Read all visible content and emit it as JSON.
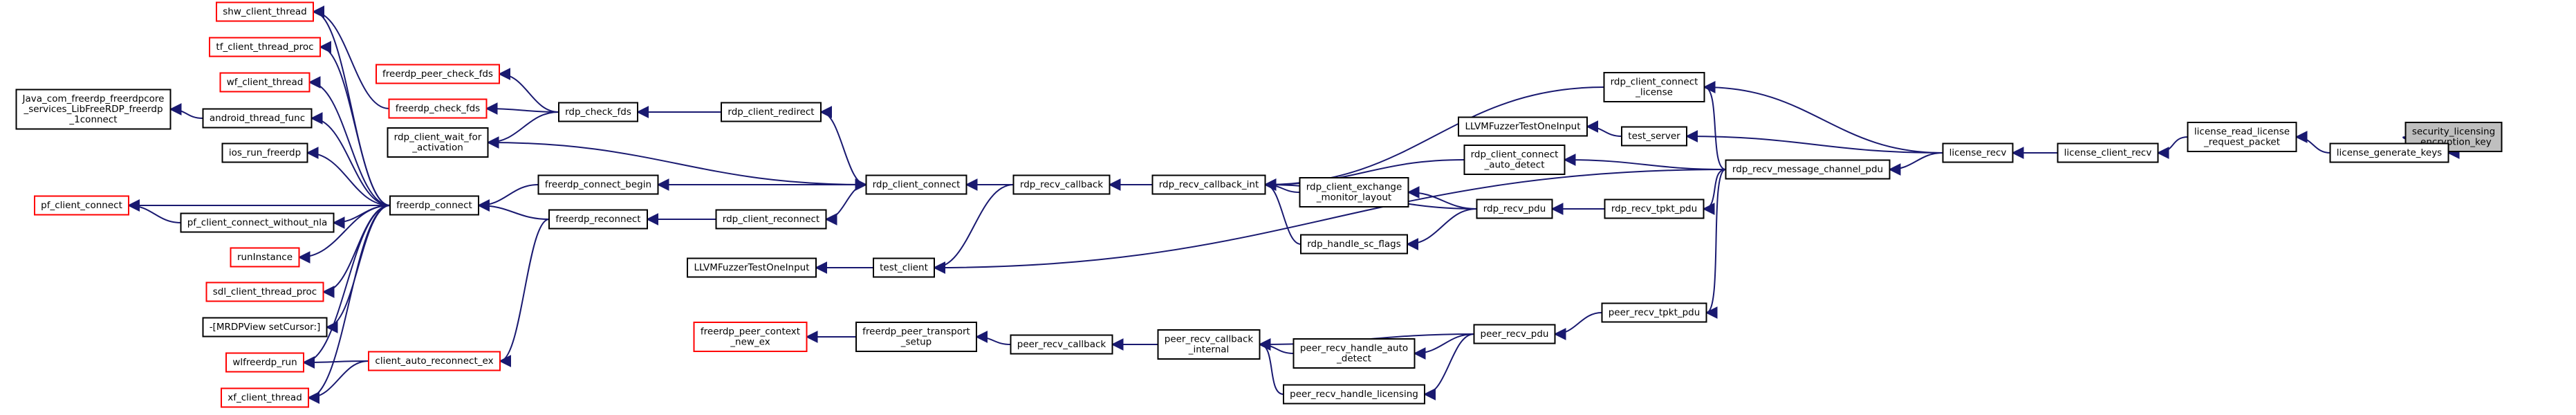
{
  "diagram": {
    "title": "",
    "colors": {
      "edge": "#191970",
      "node_border": "#000000",
      "node_border_external": "#ff0000",
      "root_fill": "#bfbfbf",
      "background": "#ffffff"
    },
    "nodes": {
      "security_licensing_encryption_key": {
        "lines": [
          "security_licensing",
          "_encryption_key"
        ],
        "style": "root"
      },
      "license_generate_keys": {
        "lines": [
          "license_generate_keys"
        ]
      },
      "license_read_license_request_packet": {
        "lines": [
          "license_read_license",
          "_request_packet"
        ]
      },
      "license_client_recv": {
        "lines": [
          "license_client_recv"
        ]
      },
      "license_recv": {
        "lines": [
          "license_recv"
        ]
      },
      "rdp_recv_message_channel_pdu": {
        "lines": [
          "rdp_recv_message_channel_pdu"
        ]
      },
      "rdp_client_connect_license": {
        "lines": [
          "rdp_client_connect",
          "_license"
        ]
      },
      "test_server": {
        "lines": [
          "test_server"
        ]
      },
      "llvm_fuzzer_1": {
        "lines": [
          "LLVMFuzzerTestOneInput"
        ]
      },
      "rdp_client_connect_auto_detect": {
        "lines": [
          "rdp_client_connect",
          "_auto_detect"
        ]
      },
      "rdp_recv_tpkt_pdu": {
        "lines": [
          "rdp_recv_tpkt_pdu"
        ]
      },
      "rdp_recv_pdu": {
        "lines": [
          "rdp_recv_pdu"
        ]
      },
      "rdp_client_exchange_monitor_layout": {
        "lines": [
          "rdp_client_exchange",
          "_monitor_layout"
        ]
      },
      "rdp_handle_sc_flags": {
        "lines": [
          "rdp_handle_sc_flags"
        ]
      },
      "rdp_recv_callback_int": {
        "lines": [
          "rdp_recv_callback_int"
        ]
      },
      "rdp_recv_callback": {
        "lines": [
          "rdp_recv_callback"
        ]
      },
      "rdp_client_connect": {
        "lines": [
          "rdp_client_connect"
        ]
      },
      "rdp_client_redirect": {
        "lines": [
          "rdp_client_redirect"
        ]
      },
      "rdp_check_fds": {
        "lines": [
          "rdp_check_fds"
        ]
      },
      "freerdp_peer_check_fds": {
        "lines": [
          "freerdp_peer_check_fds"
        ],
        "style": "red"
      },
      "freerdp_check_fds": {
        "lines": [
          "freerdp_check_fds"
        ],
        "style": "red"
      },
      "rdp_client_wait_for_activation": {
        "lines": [
          "rdp_client_wait_for",
          "_activation"
        ]
      },
      "freerdp_connect_begin": {
        "lines": [
          "freerdp_connect_begin"
        ]
      },
      "freerdp_reconnect": {
        "lines": [
          "freerdp_reconnect"
        ]
      },
      "rdp_client_reconnect": {
        "lines": [
          "rdp_client_reconnect"
        ]
      },
      "freerdp_connect": {
        "lines": [
          "freerdp_connect"
        ]
      },
      "shw_client_thread": {
        "lines": [
          "shw_client_thread"
        ],
        "style": "red"
      },
      "tf_client_thread_proc": {
        "lines": [
          "tf_client_thread_proc"
        ],
        "style": "red"
      },
      "wf_client_thread": {
        "lines": [
          "wf_client_thread"
        ],
        "style": "red"
      },
      "android_thread_func": {
        "lines": [
          "android_thread_func"
        ]
      },
      "java_com_freerdp": {
        "lines": [
          "Java_com_freerdp_freerdpcore",
          "_services_LibFreeRDP_freerdp",
          "_1connect"
        ]
      },
      "ios_run_freerdp": {
        "lines": [
          "ios_run_freerdp"
        ]
      },
      "pf_client_connect": {
        "lines": [
          "pf_client_connect"
        ],
        "style": "red"
      },
      "pf_client_connect_without_nla": {
        "lines": [
          "pf_client_connect_without_nla"
        ]
      },
      "runInstance": {
        "lines": [
          "runInstance"
        ],
        "style": "red"
      },
      "sdl_client_thread_proc": {
        "lines": [
          "sdl_client_thread_proc"
        ],
        "style": "red"
      },
      "mrdpview_setcursor": {
        "lines": [
          "-[MRDPView setCursor:]"
        ]
      },
      "wlfreerdp_run": {
        "lines": [
          "wlfreerdp_run"
        ],
        "style": "red"
      },
      "client_auto_reconnect_ex": {
        "lines": [
          "client_auto_reconnect_ex"
        ],
        "style": "red"
      },
      "xf_client_thread": {
        "lines": [
          "xf_client_thread"
        ],
        "style": "red"
      },
      "llvm_fuzzer_2": {
        "lines": [
          "LLVMFuzzerTestOneInput"
        ]
      },
      "test_client": {
        "lines": [
          "test_client"
        ]
      },
      "peer_recv_tpkt_pdu": {
        "lines": [
          "peer_recv_tpkt_pdu"
        ]
      },
      "peer_recv_pdu": {
        "lines": [
          "peer_recv_pdu"
        ]
      },
      "peer_recv_handle_auto_detect": {
        "lines": [
          "peer_recv_handle_auto",
          "_detect"
        ]
      },
      "peer_recv_handle_licensing": {
        "lines": [
          "peer_recv_handle_licensing"
        ]
      },
      "peer_recv_callback_internal": {
        "lines": [
          "peer_recv_callback",
          "_internal"
        ]
      },
      "peer_recv_callback": {
        "lines": [
          "peer_recv_callback"
        ]
      },
      "freerdp_peer_transport_setup": {
        "lines": [
          "freerdp_peer_transport",
          "_setup"
        ]
      },
      "freerdp_peer_context_new_ex": {
        "lines": [
          "freerdp_peer_context",
          "_new_ex"
        ],
        "style": "red"
      }
    },
    "edges": [
      [
        "license_generate_keys",
        "security_licensing_encryption_key"
      ],
      [
        "license_read_license_request_packet",
        "license_generate_keys"
      ],
      [
        "license_client_recv",
        "license_read_license_request_packet"
      ],
      [
        "license_recv",
        "license_client_recv"
      ],
      [
        "rdp_client_connect_license",
        "license_recv"
      ],
      [
        "test_server",
        "license_recv"
      ],
      [
        "rdp_recv_message_channel_pdu",
        "license_recv"
      ],
      [
        "llvm_fuzzer_1",
        "test_server"
      ],
      [
        "rdp_recv_tpkt_pdu",
        "rdp_recv_message_channel_pdu"
      ],
      [
        "rdp_client_connect_license",
        "rdp_recv_message_channel_pdu"
      ],
      [
        "rdp_client_connect_auto_detect",
        "rdp_recv_message_channel_pdu"
      ],
      [
        "test_client",
        "rdp_recv_message_channel_pdu"
      ],
      [
        "peer_recv_tpkt_pdu",
        "rdp_recv_message_channel_pdu"
      ],
      [
        "rdp_recv_pdu",
        "rdp_recv_tpkt_pdu"
      ],
      [
        "rdp_recv_callback_int",
        "rdp_client_connect_license"
      ],
      [
        "rdp_recv_callback_int",
        "rdp_client_connect_auto_detect"
      ],
      [
        "rdp_recv_callback_int",
        "rdp_recv_pdu"
      ],
      [
        "rdp_client_exchange_monitor_layout",
        "rdp_recv_pdu"
      ],
      [
        "rdp_handle_sc_flags",
        "rdp_recv_pdu"
      ],
      [
        "rdp_recv_callback_int",
        "rdp_client_exchange_monitor_layout"
      ],
      [
        "rdp_recv_callback_int",
        "rdp_handle_sc_flags"
      ],
      [
        "rdp_recv_callback",
        "rdp_recv_callback_int"
      ],
      [
        "rdp_client_connect",
        "rdp_recv_callback"
      ],
      [
        "test_client",
        "rdp_recv_callback"
      ],
      [
        "rdp_client_redirect",
        "rdp_client_connect"
      ],
      [
        "freerdp_connect_begin",
        "rdp_client_connect"
      ],
      [
        "rdp_client_reconnect",
        "rdp_client_connect"
      ],
      [
        "rdp_client_connect",
        "rdp_client_wait_for_activation"
      ],
      [
        "rdp_check_fds",
        "rdp_client_redirect"
      ],
      [
        "freerdp_peer_check_fds",
        "rdp_check_fds"
      ],
      [
        "freerdp_check_fds",
        "rdp_check_fds"
      ],
      [
        "rdp_client_wait_for_activation",
        "rdp_check_fds"
      ],
      [
        "freerdp_connect",
        "freerdp_connect_begin"
      ],
      [
        "freerdp_reconnect",
        "rdp_client_reconnect"
      ],
      [
        "freerdp_connect",
        "freerdp_reconnect"
      ],
      [
        "client_auto_reconnect_ex",
        "freerdp_reconnect"
      ],
      [
        "shw_client_thread",
        "freerdp_check_fds"
      ],
      [
        "shw_client_thread",
        "freerdp_connect"
      ],
      [
        "tf_client_thread_proc",
        "freerdp_connect"
      ],
      [
        "wf_client_thread",
        "freerdp_connect"
      ],
      [
        "android_thread_func",
        "freerdp_connect"
      ],
      [
        "java_com_freerdp",
        "android_thread_func"
      ],
      [
        "ios_run_freerdp",
        "freerdp_connect"
      ],
      [
        "pf_client_connect",
        "freerdp_connect"
      ],
      [
        "pf_client_connect",
        "pf_client_connect_without_nla"
      ],
      [
        "pf_client_connect_without_nla",
        "freerdp_connect"
      ],
      [
        "runInstance",
        "freerdp_connect"
      ],
      [
        "sdl_client_thread_proc",
        "freerdp_connect"
      ],
      [
        "mrdpview_setcursor",
        "freerdp_connect"
      ],
      [
        "wlfreerdp_run",
        "freerdp_connect"
      ],
      [
        "xf_client_thread",
        "freerdp_connect"
      ],
      [
        "wlfreerdp_run",
        "client_auto_reconnect_ex"
      ],
      [
        "xf_client_thread",
        "client_auto_reconnect_ex"
      ],
      [
        "llvm_fuzzer_2",
        "test_client"
      ],
      [
        "peer_recv_pdu",
        "peer_recv_tpkt_pdu"
      ],
      [
        "peer_recv_callback_internal",
        "peer_recv_pdu"
      ],
      [
        "peer_recv_handle_auto_detect",
        "peer_recv_pdu"
      ],
      [
        "peer_recv_handle_licensing",
        "peer_recv_pdu"
      ],
      [
        "peer_recv_callback_internal",
        "peer_recv_handle_auto_detect"
      ],
      [
        "peer_recv_callback_internal",
        "peer_recv_handle_licensing"
      ],
      [
        "peer_recv_callback",
        "peer_recv_callback_internal"
      ],
      [
        "freerdp_peer_transport_setup",
        "peer_recv_callback"
      ],
      [
        "freerdp_peer_context_new_ex",
        "freerdp_peer_transport_setup"
      ]
    ]
  }
}
